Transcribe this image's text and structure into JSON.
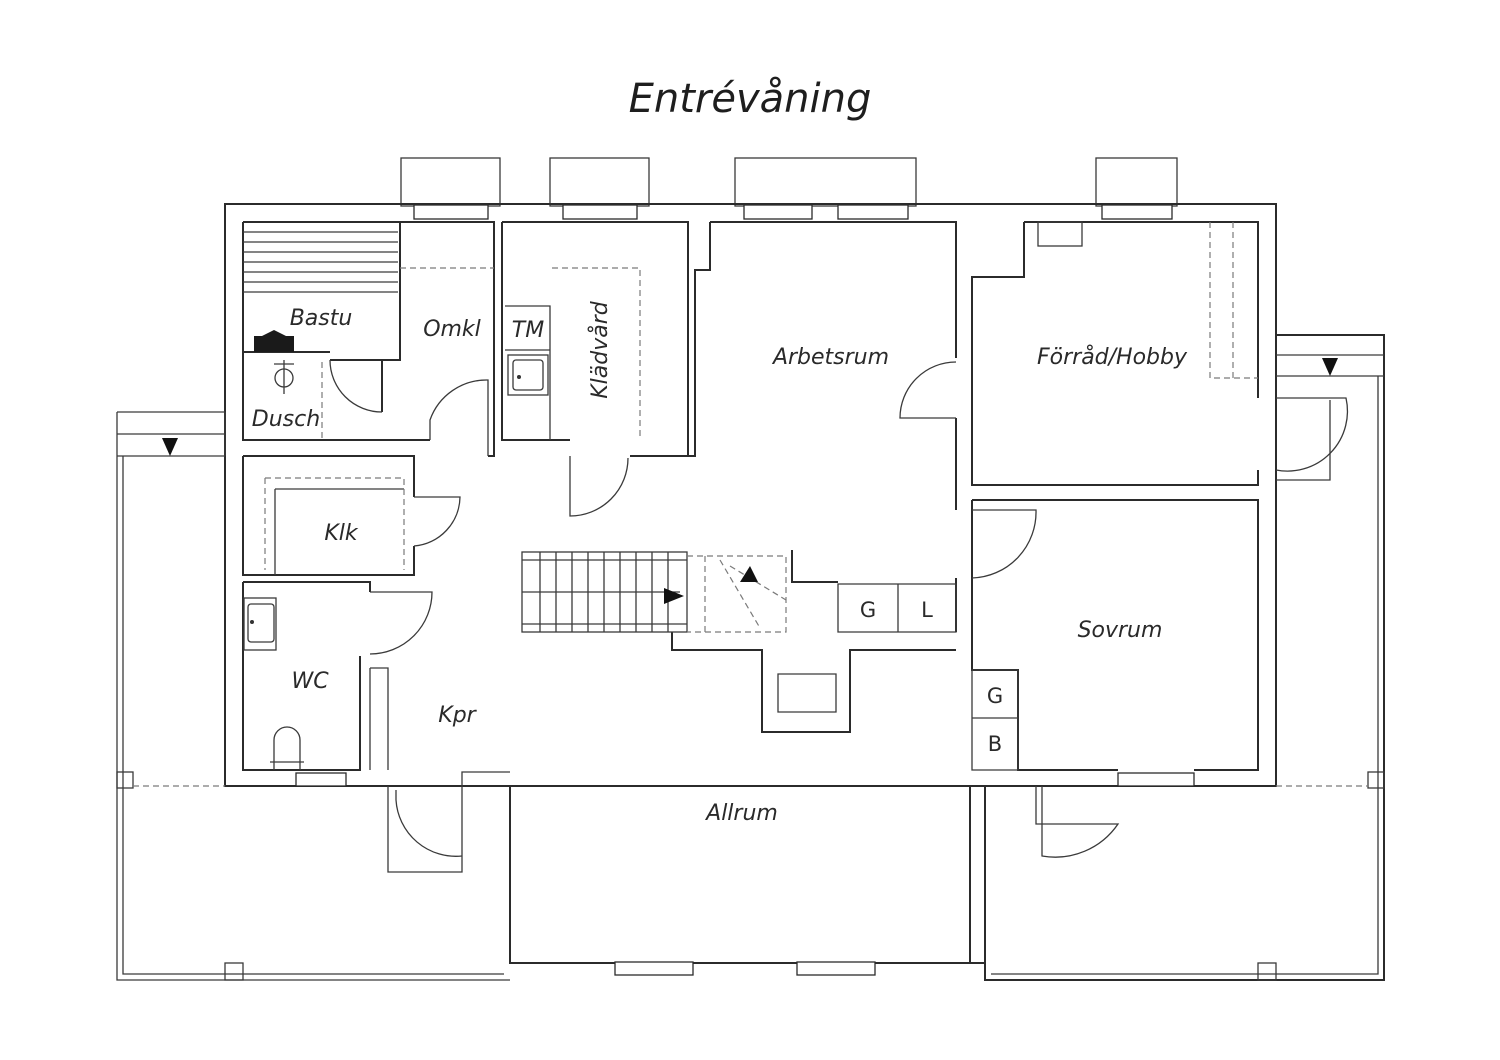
{
  "title": "Entrévåning",
  "rooms": {
    "bastu": "Bastu",
    "omkl": "Omkl",
    "tm": "TM",
    "kladvard": "Klädvård",
    "arbetsrum": "Arbetsrum",
    "forrad_hobby": "Förråd/Hobby",
    "dusch": "Dusch",
    "klk": "Klk",
    "wc": "WC",
    "kpr": "Kpr",
    "sovrum": "Sovrum",
    "allrum": "Allrum"
  },
  "appliances": {
    "g_hall": "G",
    "l_hall": "L",
    "g_sovrum": "G",
    "b_sovrum": "B"
  }
}
